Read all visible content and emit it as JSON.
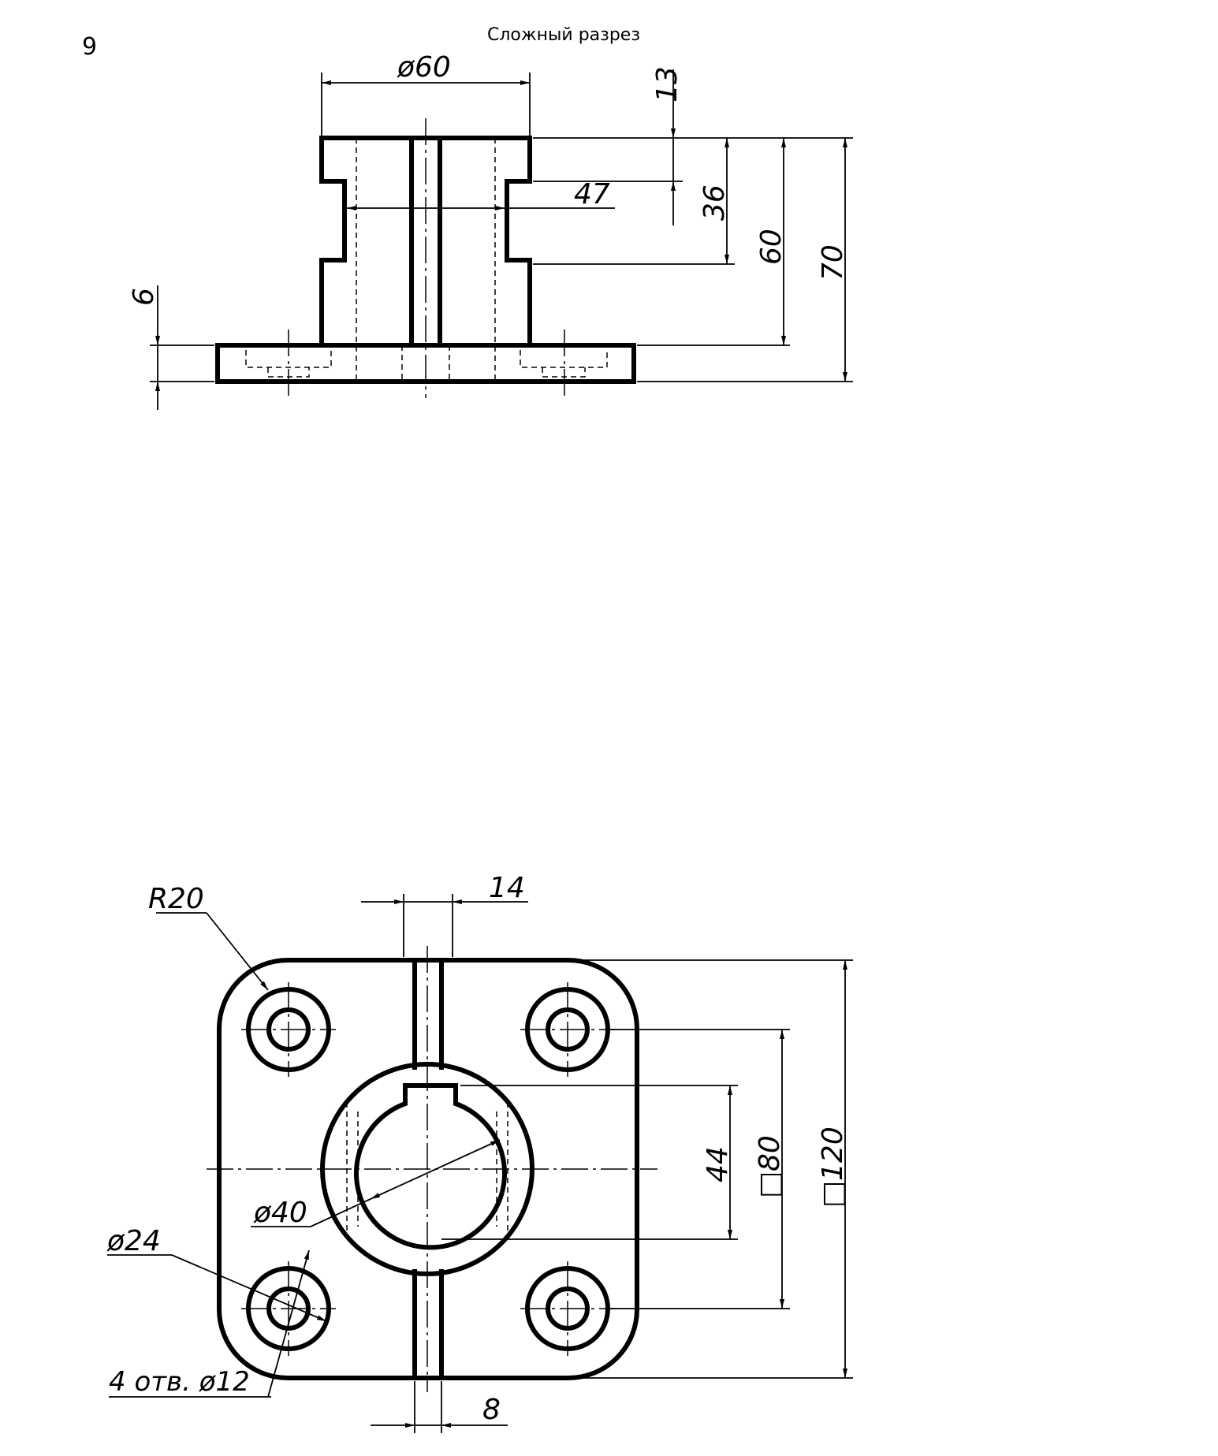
{
  "header": {
    "task_number": "9",
    "title": "Сложный разрез"
  },
  "front_view": {
    "dims": {
      "outer_diameter": "ø60",
      "top_groove": "13",
      "inner_width": "47",
      "groove_height": "36",
      "body_height": "60",
      "total_height": "70",
      "flange_thickness": "6"
    }
  },
  "top_view": {
    "dims": {
      "corner_radius": "R20",
      "slot_width_top": "14",
      "keyway_height": "44",
      "hole_spacing": "□80",
      "plate_size": "□120",
      "bore_diameter": "ø40",
      "counterbore_diameter": "ø24",
      "holes_note": "4 отв.  ø12",
      "slot_width_bottom": "8"
    }
  }
}
